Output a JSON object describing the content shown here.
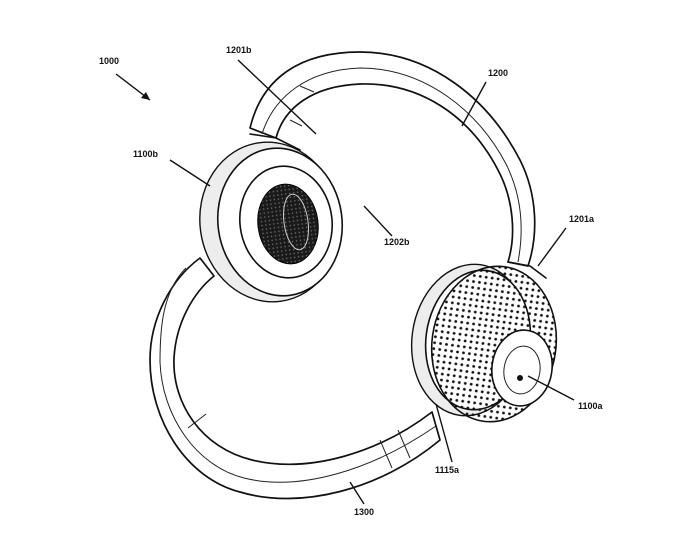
{
  "labels": {
    "assembly": "1000",
    "headband": "1200",
    "band_lower": "1300",
    "earcup_left": "1100b",
    "earcup_right": "1100a",
    "hinge_left": "1201b",
    "hinge_right": "1201a",
    "cushion_left": "1202b",
    "control": "1115a"
  },
  "colors": {
    "ink": "#111111",
    "background": "#ffffff"
  }
}
